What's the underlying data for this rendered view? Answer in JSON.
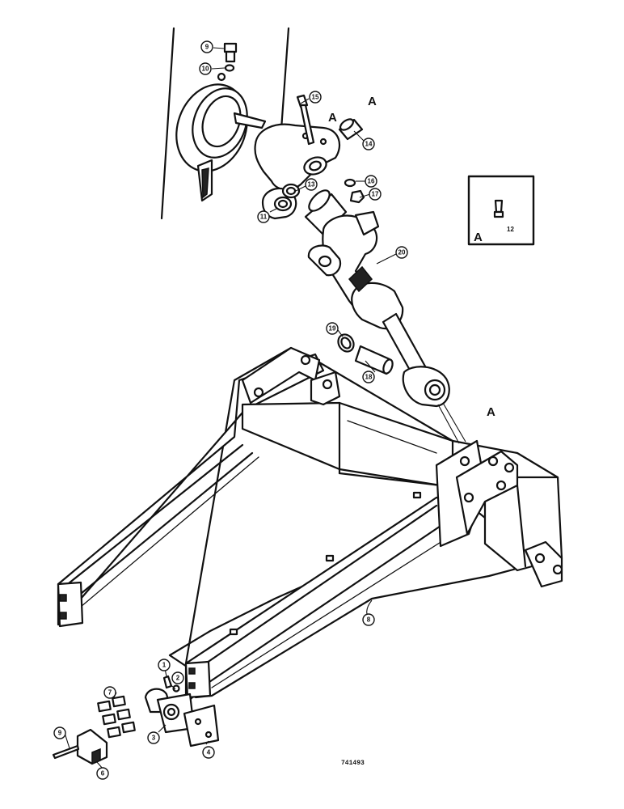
{
  "callouts": {
    "c1": "1",
    "c2": "2",
    "c3": "3",
    "c4": "4",
    "c5": "9",
    "c6": "6",
    "c7": "7",
    "c8": "8",
    "c9": "9",
    "c10": "10",
    "c11": "11",
    "c13": "13",
    "c14": "14",
    "c15": "15",
    "c16": "16",
    "c17": "17",
    "c18": "18",
    "c19": "19",
    "c20": "20"
  },
  "labels": {
    "a_top_left": "A",
    "a_top_right": "A",
    "a_frame": "A",
    "a_detail": "A",
    "detail_number": "12",
    "figure_ref": "741493"
  }
}
